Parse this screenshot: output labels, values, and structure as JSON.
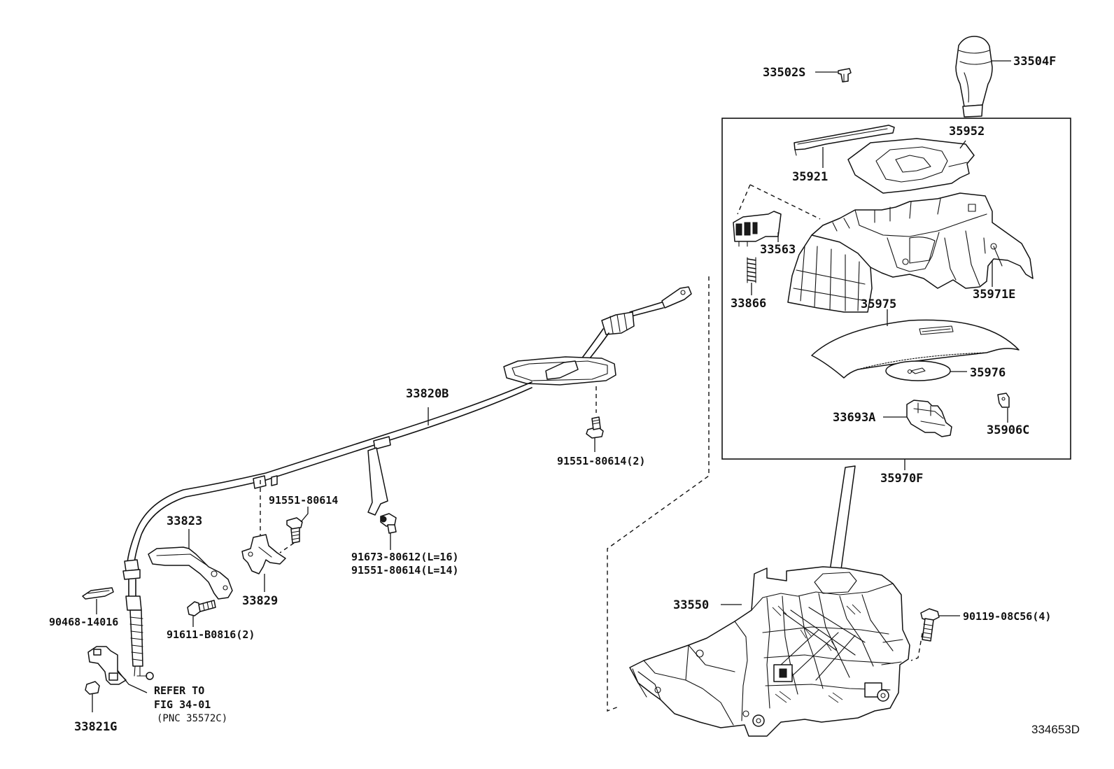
{
  "labels": {
    "p33504F": "33504F",
    "p33502S": "33502S",
    "p35952": "35952",
    "p35921": "35921",
    "p33563": "33563",
    "p33866": "33866",
    "p35971E": "35971E",
    "p35975": "35975",
    "p35976": "35976",
    "p33693A": "33693A",
    "p35906C": "35906C",
    "p35970F": "35970F",
    "p33820B": "33820B",
    "p91551_2": "91551-80614(2)",
    "p91551": "91551-80614",
    "p91673": "91673-80612(L=16)",
    "p91551_L14": "91551-80614(L=14)",
    "p33823": "33823",
    "p33829": "33829",
    "p90468": "90468-14016",
    "p91611": "91611-B0816(2)",
    "p33550": "33550",
    "p90119": "90119-08C56(4)",
    "p33821G": "33821G",
    "refer_line1": "REFER TO",
    "refer_line2": "FIG 34-01",
    "refer_line3": "(PNC 35572C)"
  },
  "illustration_number": "334653D"
}
